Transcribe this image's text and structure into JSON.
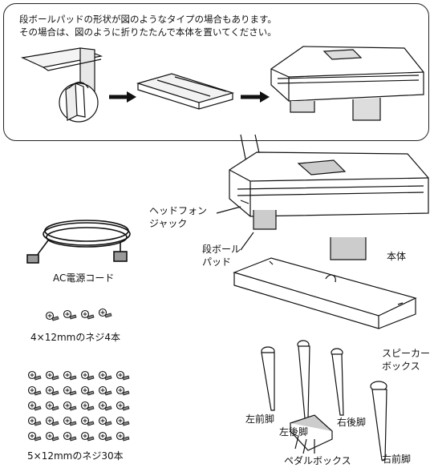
{
  "callout": {
    "line1": "段ボールパッドの形状が図のようなタイプの場合もあります。",
    "line2": "その場合は、図のように折りたたんで本体を置いてください。"
  },
  "labels": {
    "headphone_jack_1": "ヘッドフォン",
    "headphone_jack_2": "ジャック",
    "cardboard_pad_1": "段ボール",
    "cardboard_pad_2": "パッド",
    "main_unit": "本体",
    "ac_cord": "AC電源コード",
    "screws_4": "4×12mmのネジ4本",
    "screws_30": "5×12mmのネジ30本",
    "speaker_box_1": "スピーカー",
    "speaker_box_2": "ボックス",
    "left_front_leg": "左前脚",
    "left_rear_leg": "左後脚",
    "right_rear_leg": "右後脚",
    "right_front_leg": "右前脚",
    "pedal_box": "ペダルボックス"
  }
}
